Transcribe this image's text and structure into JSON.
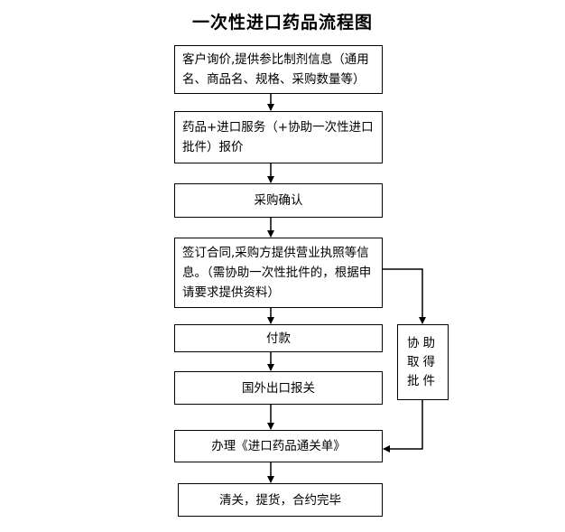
{
  "title": "一次性进口药品流程图",
  "steps": [
    {
      "text": "客户询价,提供参比制剂信息（通用名、商品名、规格、采购数量等）"
    },
    {
      "text": "药品+进口服务（+协助一次性进口批件）报价"
    },
    {
      "text": "采购确认"
    },
    {
      "text": "签订合同,采购方提供营业执照等信息。（需协助一次性批件的，根据申请要求提供资料）"
    },
    {
      "text": "付款"
    },
    {
      "text": "国外出口报关"
    },
    {
      "text": "办理《进口药品通关单》"
    },
    {
      "text": "清关，提货，合约完毕"
    }
  ],
  "side_step": {
    "text": "协助取得批件"
  }
}
